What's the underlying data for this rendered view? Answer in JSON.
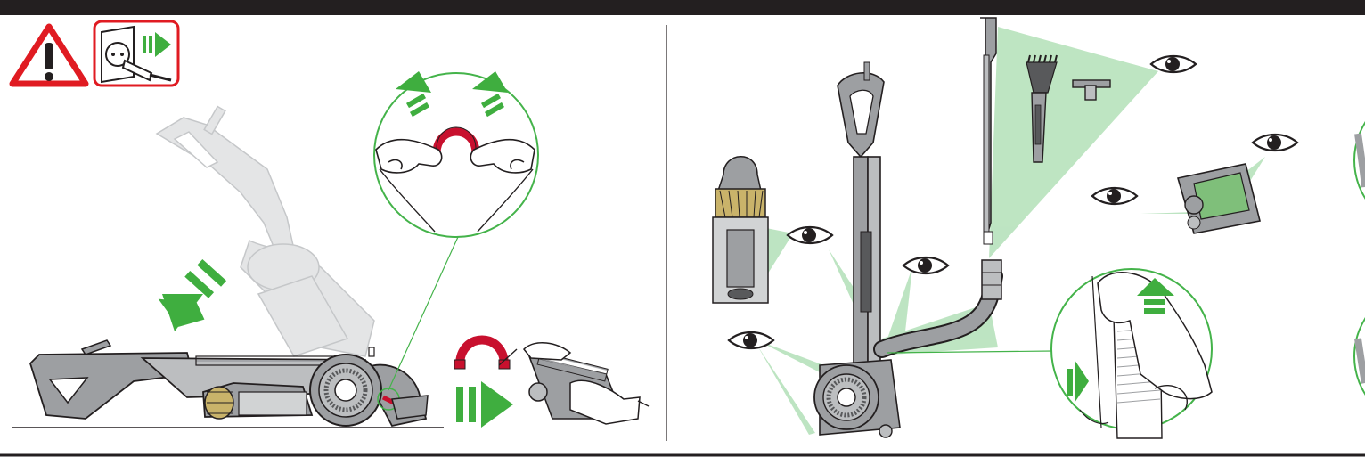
{
  "colors": {
    "frame": "#231f20",
    "warning_red": "#e01b22",
    "clip_red": "#c8102e",
    "arrow_green": "#3fae3f",
    "magnifier_green": "#44b34a",
    "sight_green": "#a8dcae",
    "machine_grey": "#9d9fa2",
    "machine_dark": "#58595b",
    "machine_light": "#d1d3d4",
    "ghost_grey": "#e2e3e4",
    "cyclone_yellow": "#c9b36a",
    "hand_line": "#231f20"
  },
  "left_panel": {
    "warning_icon": "warning-triangle-icon",
    "unplug_icon": "unplug-socket-icon",
    "steps": [
      {
        "id": "tilt-machine",
        "icon": "tilt-down-arrow-icon"
      },
      {
        "id": "pull-clip",
        "icon": "lift-up-arrows-icon"
      },
      {
        "id": "remove-brush-bar",
        "icon": "slide-out-arrow-icon"
      }
    ]
  },
  "right_panel": {
    "check_icon": "eye-icon",
    "check_points": [
      "cyclone",
      "upper-airway",
      "base-airway",
      "wand",
      "tools",
      "cleaner-head",
      "hose"
    ],
    "release_icon": "release-arrow-icon"
  }
}
